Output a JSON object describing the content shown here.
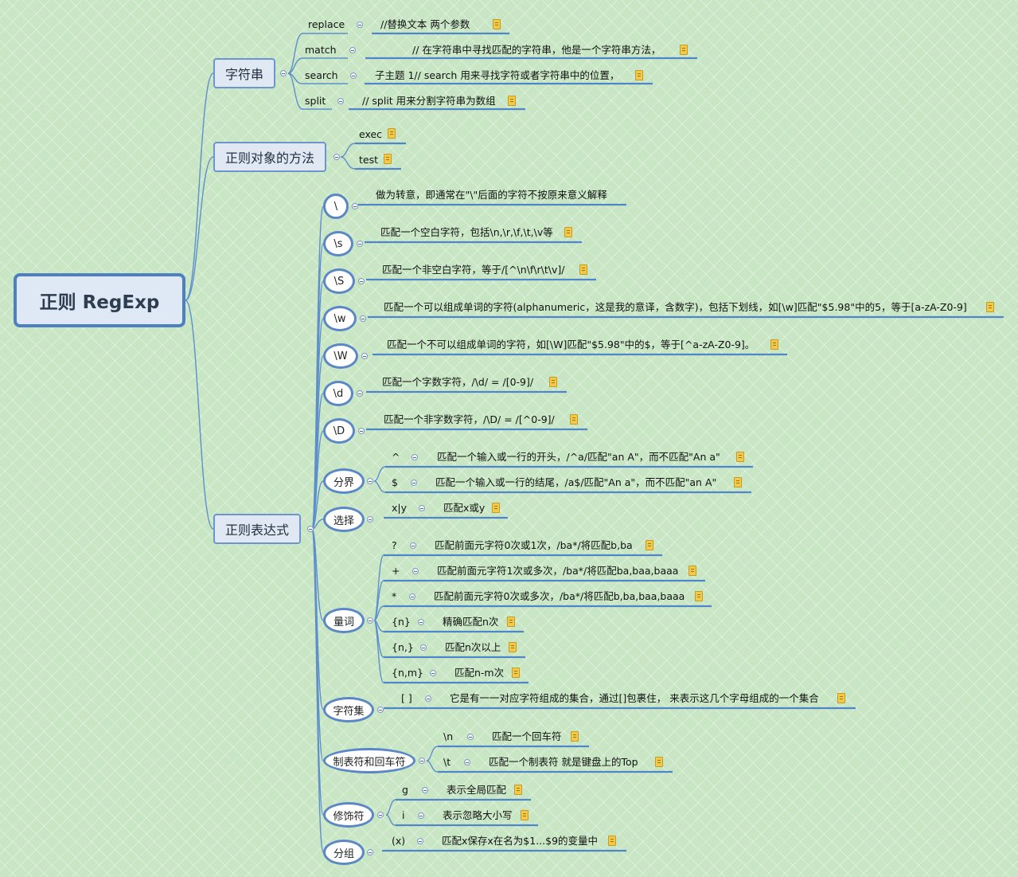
{
  "root": {
    "title": "正则 RegExp"
  },
  "branches": {
    "string": {
      "title": "字符串",
      "items": [
        {
          "label": "replace",
          "desc": "//替换文本   两个参数"
        },
        {
          "label": "match",
          "desc": "// 在字符串中寻找匹配的字符串，他是一个字符串方法，"
        },
        {
          "label": "search",
          "desc": "子主题 1// search 用来寻找字符或者字符串中的位置，"
        },
        {
          "label": "split",
          "desc": "// split 用来分割字符串为数组"
        }
      ]
    },
    "regexp_methods": {
      "title": "正则对象的方法",
      "items": [
        {
          "label": "exec"
        },
        {
          "label": "test"
        }
      ]
    },
    "expression": {
      "title": "正则表达式",
      "escapes": [
        {
          "label": "\\",
          "desc": "做为转意，即通常在\"\\\"后面的字符不按原来意义解释"
        },
        {
          "label": "\\s",
          "desc": "匹配一个空白字符，包括\\n,\\r,\\f,\\t,\\v等"
        },
        {
          "label": "\\S",
          "desc": "匹配一个非空白字符，等于/[^\\n\\f\\r\\t\\v]/"
        },
        {
          "label": "\\w",
          "desc": "匹配一个可以组成单词的字符(alphanumeric，这是我的意译，含数字)，包括下划线，如[\\w]匹配\"$5.98\"中的5，等于[a-zA-Z0-9]"
        },
        {
          "label": "\\W",
          "desc": "匹配一个不可以组成单词的字符，如[\\W]匹配\"$5.98\"中的$，等于[^a-zA-Z0-9]。"
        },
        {
          "label": "\\d",
          "desc": "匹配一个字数字符，/\\d/ = /[0-9]/"
        },
        {
          "label": "\\D",
          "desc": "匹配一个非字数字符，/\\D/ = /[^0-9]/"
        }
      ],
      "boundary": {
        "title": "分界",
        "items": [
          {
            "label": "^",
            "desc": "匹配一个输入或一行的开头，/^a/匹配\"an A\"，而不匹配\"An a\""
          },
          {
            "label": "$",
            "desc": "匹配一个输入或一行的结尾，/a$/匹配\"An a\"，而不匹配\"an A\""
          }
        ]
      },
      "choice": {
        "title": "选择",
        "items": [
          {
            "label": "x|y",
            "desc": "匹配x或y"
          }
        ]
      },
      "quantifier": {
        "title": "量词",
        "items": [
          {
            "label": "?",
            "desc": "匹配前面元字符0次或1次，/ba*/将匹配b,ba"
          },
          {
            "label": "+",
            "desc": "匹配前面元字符1次或多次，/ba*/将匹配ba,baa,baaa"
          },
          {
            "label": "*",
            "desc": "匹配前面元字符0次或多次，/ba*/将匹配b,ba,baa,baaa"
          },
          {
            "label": "{n}",
            "desc": "精确匹配n次"
          },
          {
            "label": "{n,}",
            "desc": "匹配n次以上"
          },
          {
            "label": "{n,m}",
            "desc": "匹配n-m次"
          }
        ]
      },
      "charset": {
        "title": "字符集",
        "items": [
          {
            "label": "[ ]",
            "desc": "它是有一一对应字符组成的集合，通过[]包裹住，  来表示这几个字母组成的一个集合"
          }
        ]
      },
      "tab_newline": {
        "title": "制表符和回车符",
        "items": [
          {
            "label": "\\n",
            "desc": "匹配一个回车符"
          },
          {
            "label": "\\t",
            "desc": "匹配一个制表符  就是键盘上的Top"
          }
        ]
      },
      "modifier": {
        "title": "修饰符",
        "items": [
          {
            "label": "g",
            "desc": "表示全局匹配"
          },
          {
            "label": "i",
            "desc": "表示忽略大小写"
          }
        ]
      },
      "group": {
        "title": "分组",
        "items": [
          {
            "label": "(x)",
            "desc": "匹配x保存x在名为$1...$9的变量中"
          }
        ]
      }
    }
  }
}
